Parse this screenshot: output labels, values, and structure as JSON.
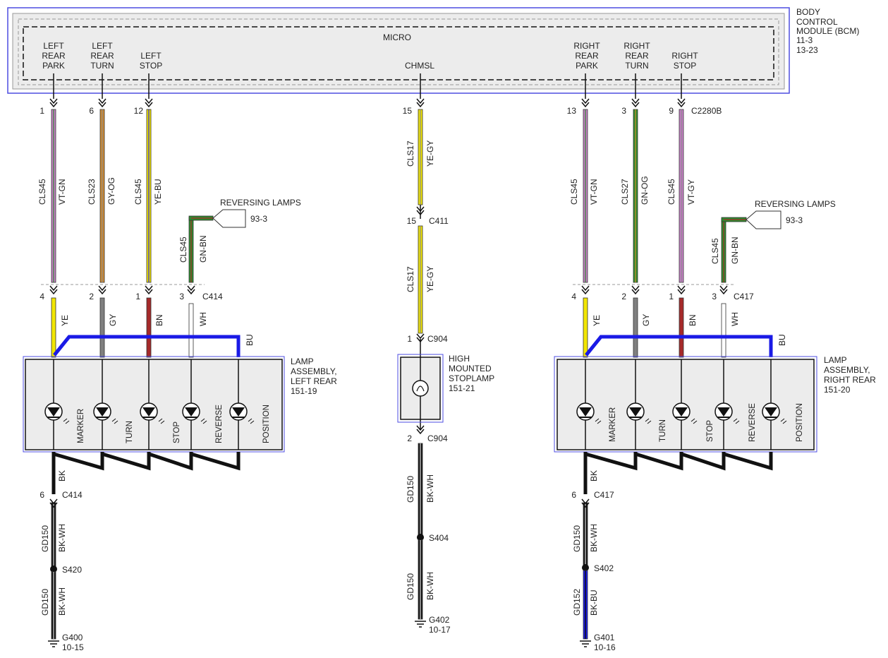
{
  "bcm": {
    "label": [
      "BODY",
      "CONTROL",
      "MODULE (BCM)",
      "11-3",
      "13-23"
    ],
    "micro": "MICRO",
    "chmsl": "CHMSL",
    "connector": "C2280B"
  },
  "outputs": {
    "lrp": [
      "LEFT",
      "REAR",
      "PARK"
    ],
    "lrt": [
      "LEFT",
      "REAR",
      "TURN"
    ],
    "ls": [
      "LEFT",
      "STOP"
    ],
    "rrp": [
      "RIGHT",
      "REAR",
      "PARK"
    ],
    "rrt": [
      "RIGHT",
      "REAR",
      "TURN"
    ],
    "rs": [
      "RIGHT",
      "STOP"
    ]
  },
  "wires": {
    "lrp": {
      "pin": "1",
      "circuit": "CLS45",
      "color": "VT-GN"
    },
    "lrt": {
      "pin": "6",
      "circuit": "CLS23",
      "color": "GY-OG"
    },
    "ls": {
      "pin": "12",
      "circuit": "CLS45",
      "color": "YE-BU"
    },
    "lrev": {
      "circuit": "CLS45",
      "color": "GN-BN"
    },
    "chmsl_top": {
      "pin": "15",
      "circuit": "CLS17",
      "color": "YE-GY"
    },
    "chmsl_mid": {
      "pin": "15",
      "connector": "C411",
      "circuit": "CLS17",
      "color": "YE-GY"
    },
    "rrp": {
      "pin": "13",
      "circuit": "CLS45",
      "color": "VT-GN"
    },
    "rrt": {
      "pin": "3",
      "circuit": "CLS27",
      "color": "GN-OG"
    },
    "rs": {
      "pin": "9",
      "circuit": "CLS45",
      "color": "VT-GY"
    },
    "rrev": {
      "circuit": "CLS45",
      "color": "GN-BN"
    }
  },
  "reversing": {
    "left": {
      "label": "REVERSING LAMPS",
      "ref": "93-3"
    },
    "right": {
      "label": "REVERSING LAMPS",
      "ref": "93-3"
    }
  },
  "left_lamp": {
    "connector": "C414",
    "pins": [
      "4",
      "2",
      "1",
      "3"
    ],
    "pin_colors": [
      "YE",
      "GY",
      "BN",
      "WH"
    ],
    "bu": "BU",
    "label": [
      "LAMP",
      "ASSEMBLY,",
      "LEFT REAR",
      "151-19"
    ],
    "bulbs": [
      "MARKER",
      "TURN",
      "STOP",
      "REVERSE",
      "POSITION"
    ],
    "ground_color": "BK",
    "ground_pin": "6",
    "ground_connector": "C414",
    "g1": {
      "circuit": "GD150",
      "color": "BK-WH"
    },
    "splice": "S420",
    "g2": {
      "circuit": "GD150",
      "color": "BK-WH"
    },
    "ground": "G400",
    "ground_ref": "10-15"
  },
  "right_lamp": {
    "connector": "C417",
    "pins": [
      "4",
      "2",
      "1",
      "3"
    ],
    "pin_colors": [
      "YE",
      "GY",
      "BN",
      "WH"
    ],
    "bu": "BU",
    "label": [
      "LAMP",
      "ASSEMBLY,",
      "RIGHT REAR",
      "151-20"
    ],
    "bulbs": [
      "MARKER",
      "TURN",
      "STOP",
      "REVERSE",
      "POSITION"
    ],
    "ground_color": "BK",
    "ground_pin": "6",
    "ground_connector": "C417",
    "g1": {
      "circuit": "GD150",
      "color": "BK-WH"
    },
    "splice": "S402",
    "g2": {
      "circuit": "GD152",
      "color": "BK-BU"
    },
    "ground": "G401",
    "ground_ref": "10-16"
  },
  "hmsl": {
    "top_pin": "1",
    "top_connector": "C904",
    "label": [
      "HIGH",
      "MOUNTED",
      "STOPLAMP",
      "151-21"
    ],
    "bottom_pin": "2",
    "bottom_connector": "C904",
    "g1": {
      "circuit": "GD150",
      "color": "BK-WH"
    },
    "splice": "S404",
    "g2": {
      "circuit": "GD150",
      "color": "BK-WH"
    },
    "ground": "G402",
    "ground_ref": "10-17"
  },
  "colors": {
    "VT": "#c77fc7",
    "GN": "#2e8b2e",
    "GY": "#808080",
    "OG": "#d18b2e",
    "YE": "#f2e600",
    "BU": "#1a1ae6",
    "BN": "#a62a2a",
    "WH": "#ffffff",
    "BK": "#111111",
    "frame": "#4d4de0"
  }
}
